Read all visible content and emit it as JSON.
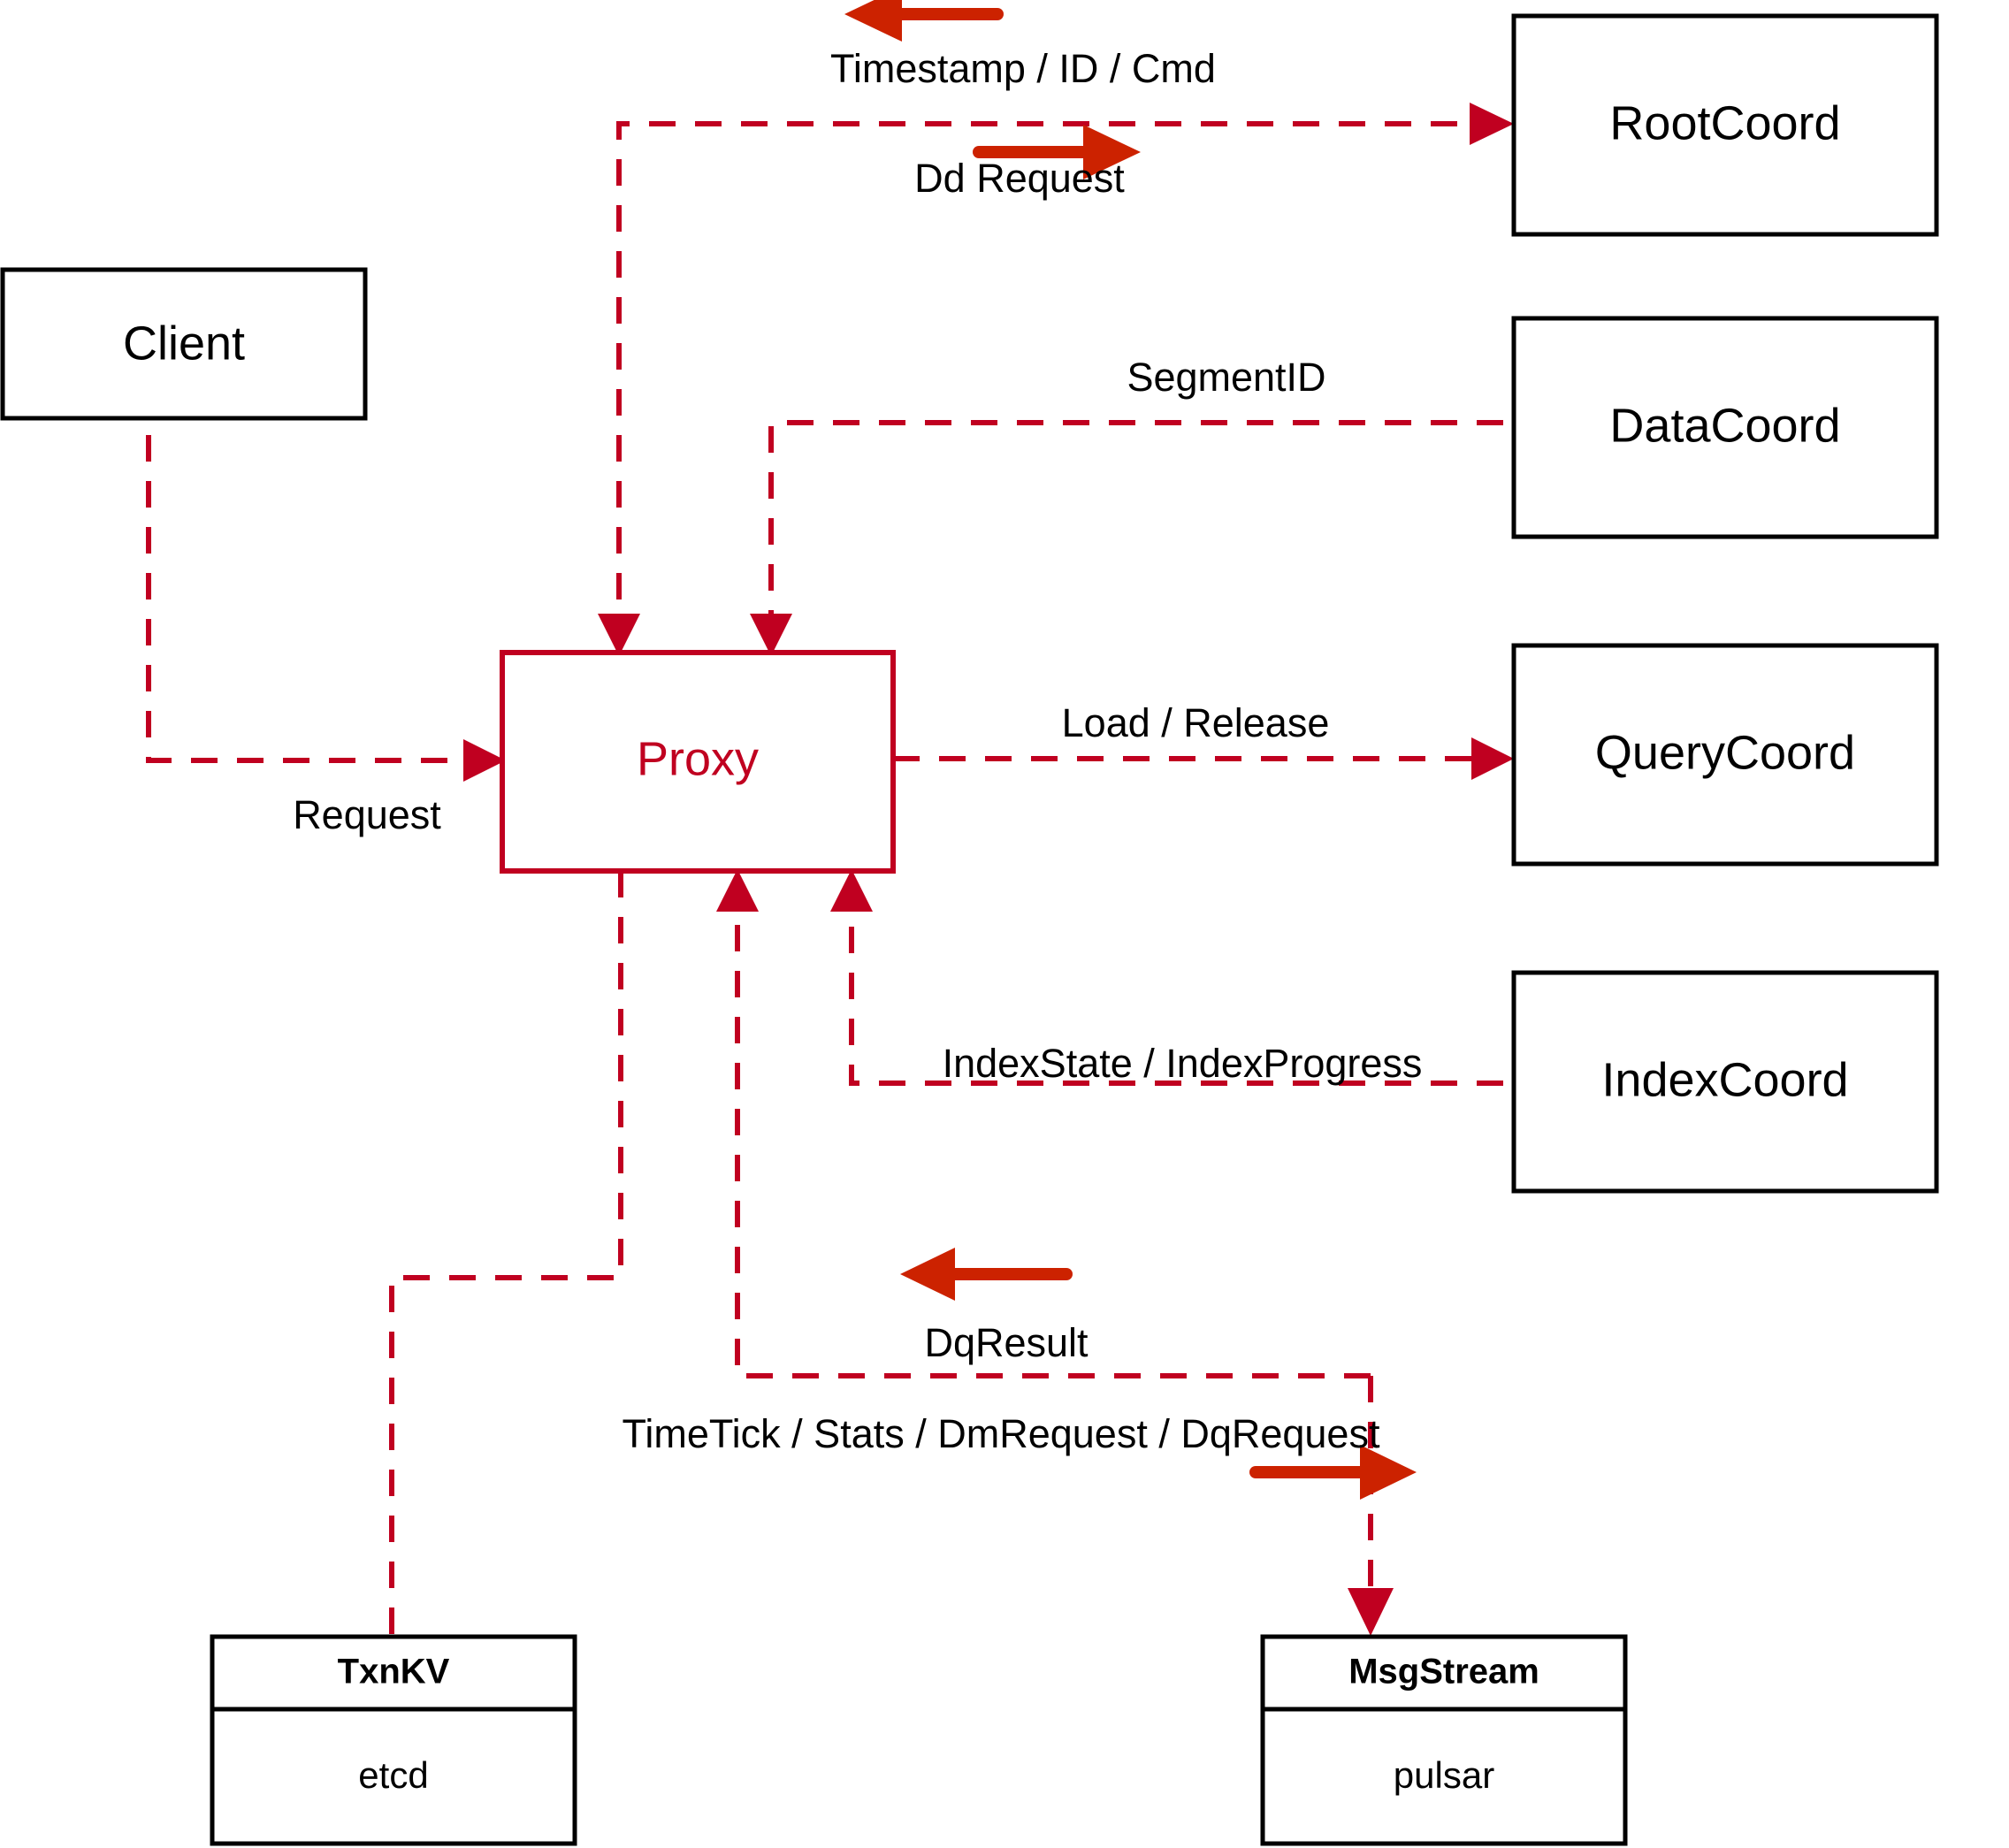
{
  "diagram": {
    "title": "Milvus Proxy Interaction Diagram",
    "accent_color": "#C00020",
    "arrow_color": "#CC2200",
    "node_border_color": "#000000",
    "background": "#ffffff"
  },
  "nodes": {
    "client": {
      "label": "Client"
    },
    "proxy": {
      "label": "Proxy"
    },
    "root_coord": {
      "label": "RootCoord"
    },
    "data_coord": {
      "label": "DataCoord"
    },
    "query_coord": {
      "label": "QueryCoord"
    },
    "index_coord": {
      "label": "IndexCoord"
    },
    "txnkv": {
      "title": "TxnKV",
      "body": "etcd"
    },
    "msgstream": {
      "title": "MsgStream",
      "body": "pulsar"
    }
  },
  "edges": [
    {
      "id": "timestamp-id-cmd",
      "label": "Timestamp / ID / Cmd",
      "from": "RootCoord",
      "to": "Proxy",
      "direction": "left"
    },
    {
      "id": "dd-request",
      "label": "Dd Request",
      "from": "Proxy",
      "to": "RootCoord",
      "direction": "right"
    },
    {
      "id": "segment-id",
      "label": "SegmentID",
      "from": "DataCoord",
      "to": "Proxy",
      "direction": "left"
    },
    {
      "id": "request",
      "label": "Request",
      "from": "Client",
      "to": "Proxy",
      "direction": "right"
    },
    {
      "id": "load-release",
      "label": "Load / Release",
      "from": "Proxy",
      "to": "QueryCoord",
      "direction": "right"
    },
    {
      "id": "index-state-progress",
      "label": "IndexState / IndexProgress",
      "from": "IndexCoord",
      "to": "Proxy",
      "direction": "left"
    },
    {
      "id": "dq-result",
      "label": "DqResult",
      "from": "MsgStream",
      "to": "Proxy",
      "direction": "left"
    },
    {
      "id": "timetick-stats-dm-dq",
      "label": "TimeTick / Stats / DmRequest / DqRequest",
      "from": "Proxy",
      "to": "MsgStream",
      "direction": "right"
    },
    {
      "id": "txnkv-link",
      "label": "",
      "from": "Proxy",
      "to": "TxnKV",
      "direction": "down"
    }
  ]
}
